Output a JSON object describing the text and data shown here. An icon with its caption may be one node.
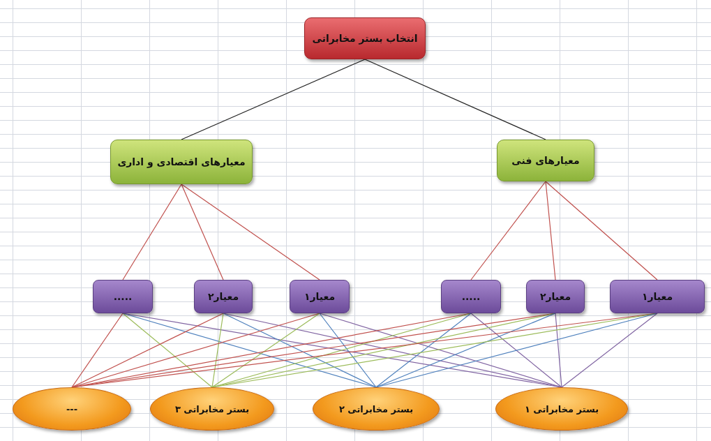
{
  "diagram": {
    "nodes": [
      {
        "text": [
          "انتخاب بستر مخابراتی"
        ]
      },
      {
        "text": [
          "معیارهای اقتصادی و اداری"
        ]
      },
      {
        "text": [
          "معیارهای فنی"
        ]
      },
      {
        "text": [
          "....."
        ]
      },
      {
        "text": [
          "معیار۲"
        ]
      },
      {
        "text": [
          "معیار۱"
        ]
      },
      {
        "text": [
          "....."
        ]
      },
      {
        "text": [
          "معیار۲"
        ]
      },
      {
        "text": [
          "معیار۱"
        ]
      },
      {
        "text": [
          "---"
        ]
      },
      {
        "text": [
          "بستر مخابراتی ۳"
        ]
      },
      {
        "text": [
          "بستر مخابراتی ۲"
        ]
      },
      {
        "text": [
          "بستر مخابراتی ۱"
        ]
      }
    ],
    "edges": [
      {
        "from": 0,
        "to": 1,
        "arrow": "none",
        "color": "#222222"
      },
      {
        "from": 0,
        "to": 2,
        "arrow": "none",
        "color": "#222222"
      },
      {
        "from": 1,
        "to": 3,
        "arrow": "none",
        "color": "#c0504d"
      },
      {
        "from": 1,
        "to": 4,
        "arrow": "none",
        "color": "#c0504d"
      },
      {
        "from": 1,
        "to": 5,
        "arrow": "none",
        "color": "#c0504d"
      },
      {
        "from": 2,
        "to": 6,
        "arrow": "none",
        "color": "#c0504d"
      },
      {
        "from": 2,
        "to": 7,
        "arrow": "none",
        "color": "#c0504d"
      },
      {
        "from": 2,
        "to": 8,
        "arrow": "none",
        "color": "#c0504d"
      },
      {
        "from": 3,
        "to": 9,
        "arrow": "none",
        "color": "#c0504d"
      },
      {
        "from": 3,
        "to": 10,
        "arrow": "none",
        "color": "#9bbb59"
      },
      {
        "from": 3,
        "to": 11,
        "arrow": "none",
        "color": "#4f81bd"
      },
      {
        "from": 3,
        "to": 12,
        "arrow": "none",
        "color": "#8064a2"
      },
      {
        "from": 4,
        "to": 9,
        "arrow": "none",
        "color": "#c0504d"
      },
      {
        "from": 4,
        "to": 10,
        "arrow": "none",
        "color": "#9bbb59"
      },
      {
        "from": 4,
        "to": 11,
        "arrow": "none",
        "color": "#4f81bd"
      },
      {
        "from": 4,
        "to": 12,
        "arrow": "none",
        "color": "#8064a2"
      },
      {
        "from": 5,
        "to": 9,
        "arrow": "none",
        "color": "#c0504d"
      },
      {
        "from": 5,
        "to": 10,
        "arrow": "none",
        "color": "#9bbb59"
      },
      {
        "from": 5,
        "to": 11,
        "arrow": "none",
        "color": "#4f81bd"
      },
      {
        "from": 5,
        "to": 12,
        "arrow": "none",
        "color": "#8064a2"
      },
      {
        "from": 6,
        "to": 9,
        "arrow": "none",
        "color": "#c0504d"
      },
      {
        "from": 6,
        "to": 10,
        "arrow": "none",
        "color": "#9bbb59"
      },
      {
        "from": 6,
        "to": 11,
        "arrow": "none",
        "color": "#4f81bd"
      },
      {
        "from": 6,
        "to": 12,
        "arrow": "none",
        "color": "#8064a2"
      },
      {
        "from": 7,
        "to": 9,
        "arrow": "none",
        "color": "#c0504d"
      },
      {
        "from": 7,
        "to": 10,
        "arrow": "none",
        "color": "#9bbb59"
      },
      {
        "from": 7,
        "to": 11,
        "arrow": "none",
        "color": "#4f81bd"
      },
      {
        "from": 7,
        "to": 12,
        "arrow": "none",
        "color": "#8064a2"
      },
      {
        "from": 8,
        "to": 9,
        "arrow": "none",
        "color": "#c0504d"
      },
      {
        "from": 8,
        "to": 10,
        "arrow": "none",
        "color": "#9bbb59"
      },
      {
        "from": 8,
        "to": 11,
        "arrow": "none",
        "color": "#4f81bd"
      },
      {
        "from": 8,
        "to": 12,
        "arrow": "none",
        "color": "#8064a2"
      }
    ]
  }
}
